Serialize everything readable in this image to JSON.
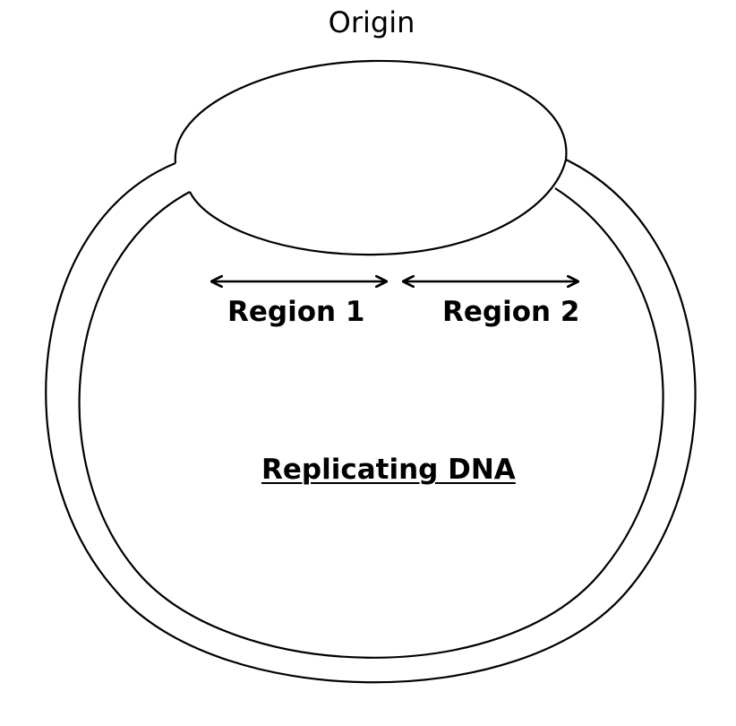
{
  "diagram": {
    "origin_label": "Origin",
    "region1_label": "Region 1",
    "region2_label": "Region 2",
    "center_label": "Replicating DNA",
    "stroke_color": "#000000",
    "background_color": "#ffffff"
  }
}
